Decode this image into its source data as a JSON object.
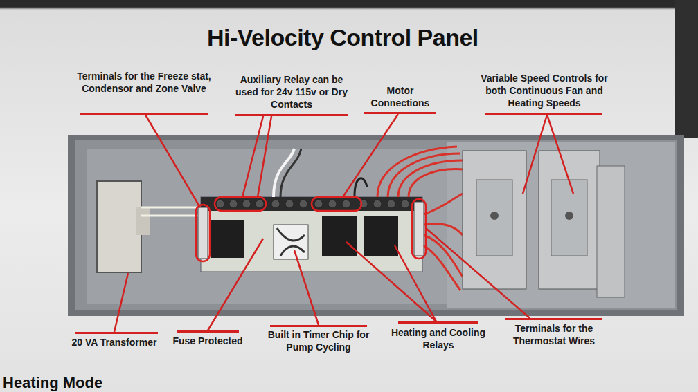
{
  "diagram": {
    "title": "Hi-Velocity Control Panel",
    "labels": [
      "Terminals for the Freeze stat, Condensor and Zone Valve",
      "Auxiliary Relay can be used for 24v 115v or Dry Contacts",
      "Motor Connections",
      "Variable Speed Controls for both Continuous Fan and Heating Speeds",
      "20 VA Transformer",
      "Fuse Protected",
      "Built in Timer Chip for Pump Cycling",
      "Heating and Cooling Relays",
      "Terminals for the Thermostat Wires",
      "Heating Mode"
    ]
  }
}
